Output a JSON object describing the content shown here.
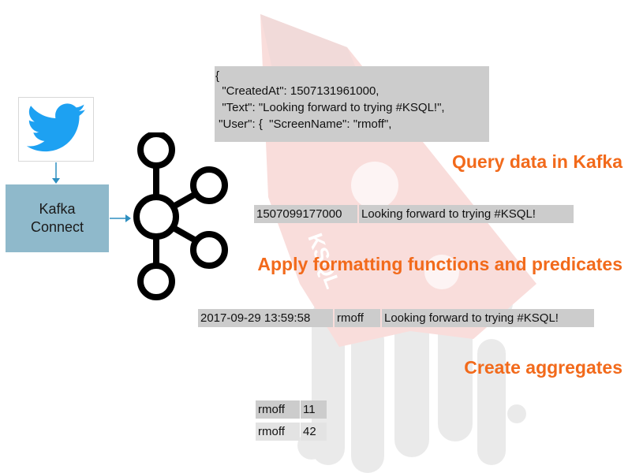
{
  "connect_box": {
    "label": "Kafka\nConnect"
  },
  "json_snippet": {
    "lines": [
      "{",
      "  \"CreatedAt\": 1507131961000,",
      "  \"Text\": \"Looking forward to trying #KSQL!\",",
      " \"User\": {  \"ScreenName\": \"rmoff\","
    ]
  },
  "headings": {
    "query": "Query data in Kafka",
    "format": "Apply formatting functions and predicates",
    "aggregate": "Create aggregates"
  },
  "query_row": [
    "1507099177000",
    "Looking forward to trying #KSQL!"
  ],
  "format_row": [
    "2017-09-29 13:59:58",
    "rmoff",
    "Looking forward to trying #KSQL!"
  ],
  "aggregate_rows": [
    [
      "rmoff",
      "11"
    ],
    [
      "rmoff",
      "42"
    ]
  ],
  "background_logo": {
    "text": "KSQL",
    "colors": {
      "rocket": "#e8413a",
      "flame": "#b0b0b0"
    }
  },
  "colors": {
    "heading": "#f26a1b",
    "connect_box": "#8fb9cb",
    "twitter": "#1da1f2",
    "table_cell": "#cccccc"
  },
  "icons": [
    "twitter-bird-icon",
    "kafka-logo-icon",
    "arrow-icon"
  ]
}
